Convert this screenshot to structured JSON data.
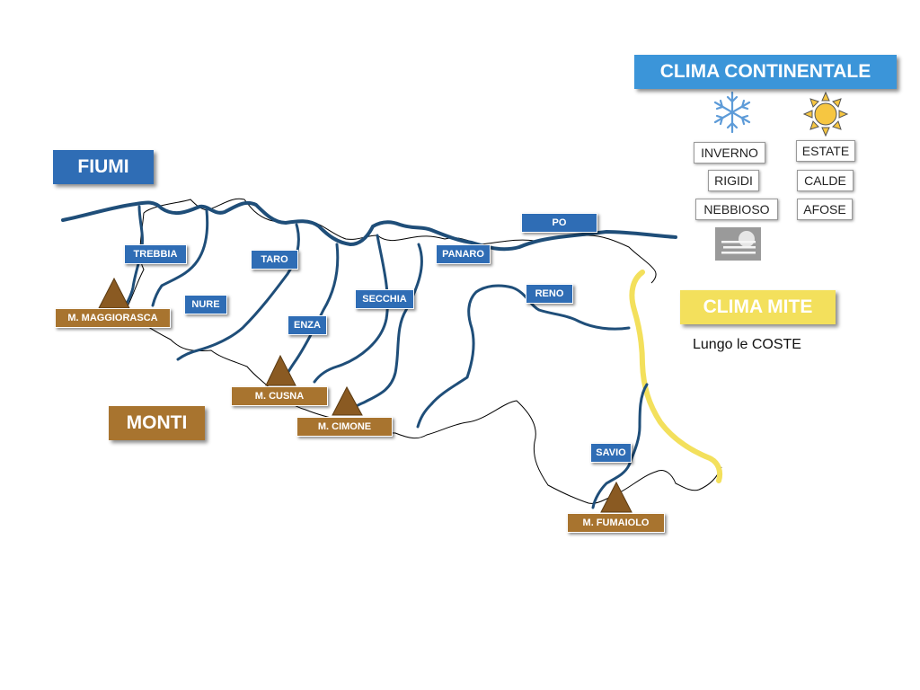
{
  "headings": {
    "fiumi": "FIUMI",
    "monti": "MONTI",
    "clima_continentale": "CLIMA CONTINENTALE",
    "clima_mite": "CLIMA MITE",
    "coste_note": "Lungo le COSTE"
  },
  "rivers": [
    "PO",
    "TREBBIA",
    "NURE",
    "TARO",
    "ENZA",
    "SECCHIA",
    "PANARO",
    "RENO",
    "SAVIO"
  ],
  "mountains": [
    "M. MAGGIORASCA",
    "M. CUSNA",
    "M. CIMONE",
    "M. FUMAIOLO"
  ],
  "winter": {
    "icon": "snowflake-icon",
    "words": [
      "INVERNO",
      "RIGIDI",
      "NEBBIOSO"
    ]
  },
  "summer": {
    "icon": "sun-icon",
    "words": [
      "ESTATE",
      "CALDE",
      "AFOSE"
    ]
  },
  "fog_icon": "fog-icon",
  "colors": {
    "river": "#1f4e79",
    "river_label": "#2f6db5",
    "mountain": "#a8742f",
    "clima_continentale": "#3b95d9",
    "clima_mite": "#f3e05c",
    "coast": "#f3e05c",
    "border": "#000000"
  }
}
